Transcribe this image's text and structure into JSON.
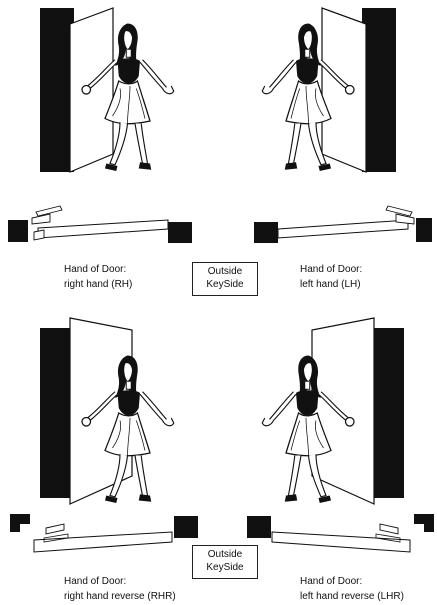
{
  "captions": {
    "rh": {
      "line1": "Hand of Door:",
      "line2": "right hand (RH)"
    },
    "lh": {
      "line1": "Hand of Door:",
      "line2": "left hand (LH)"
    },
    "rhr": {
      "line1": "Hand of Door:",
      "line2": "right hand reverse (RHR)"
    },
    "lhr": {
      "line1": "Hand of Door:",
      "line2": "left hand reverse (LHR)"
    }
  },
  "keyside_top": {
    "line1": "Outside",
    "line2": "KeySide"
  },
  "keyside_bottom": {
    "line1": "Outside",
    "line2": "KeySide"
  },
  "colors": {
    "ink": "#111111",
    "background": "#ffffff"
  }
}
